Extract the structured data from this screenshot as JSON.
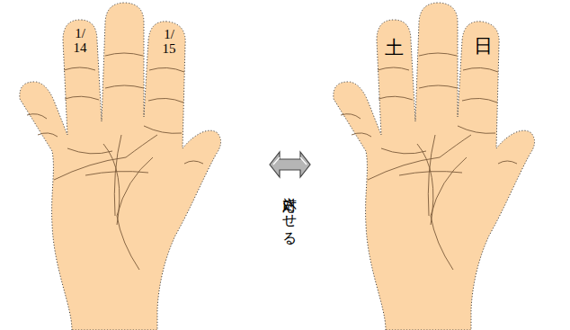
{
  "diagram": {
    "labels": [
      "1/ 14",
      "1/ 15",
      "土",
      "日",
      "対応させる"
    ]
  }
}
